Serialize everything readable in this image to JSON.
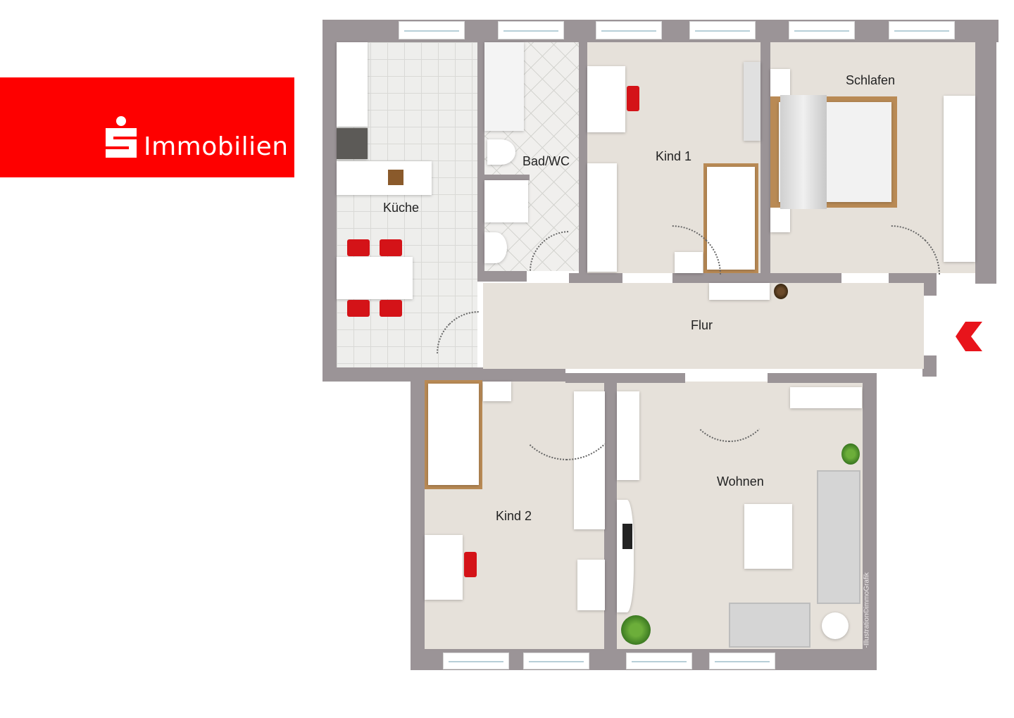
{
  "logo": {
    "brand_mark": "S",
    "text": "Immobilien",
    "background_color": "#fe0000",
    "text_color": "#ffffff"
  },
  "floorplan": {
    "rooms": [
      {
        "id": "kueche",
        "label": "Küche"
      },
      {
        "id": "bad",
        "label": "Bad/WC"
      },
      {
        "id": "kind1",
        "label": "Kind 1"
      },
      {
        "id": "schlafen",
        "label": "Schlafen"
      },
      {
        "id": "flur",
        "label": "Flur"
      },
      {
        "id": "kind2",
        "label": "Kind 2"
      },
      {
        "id": "wohnen",
        "label": "Wohnen"
      }
    ],
    "entrance_arrow_color": "#e8141b",
    "wall_color": "#9b9497",
    "floor_color": "#e6e1da",
    "credit": "-Illustration©immoGrafik"
  }
}
